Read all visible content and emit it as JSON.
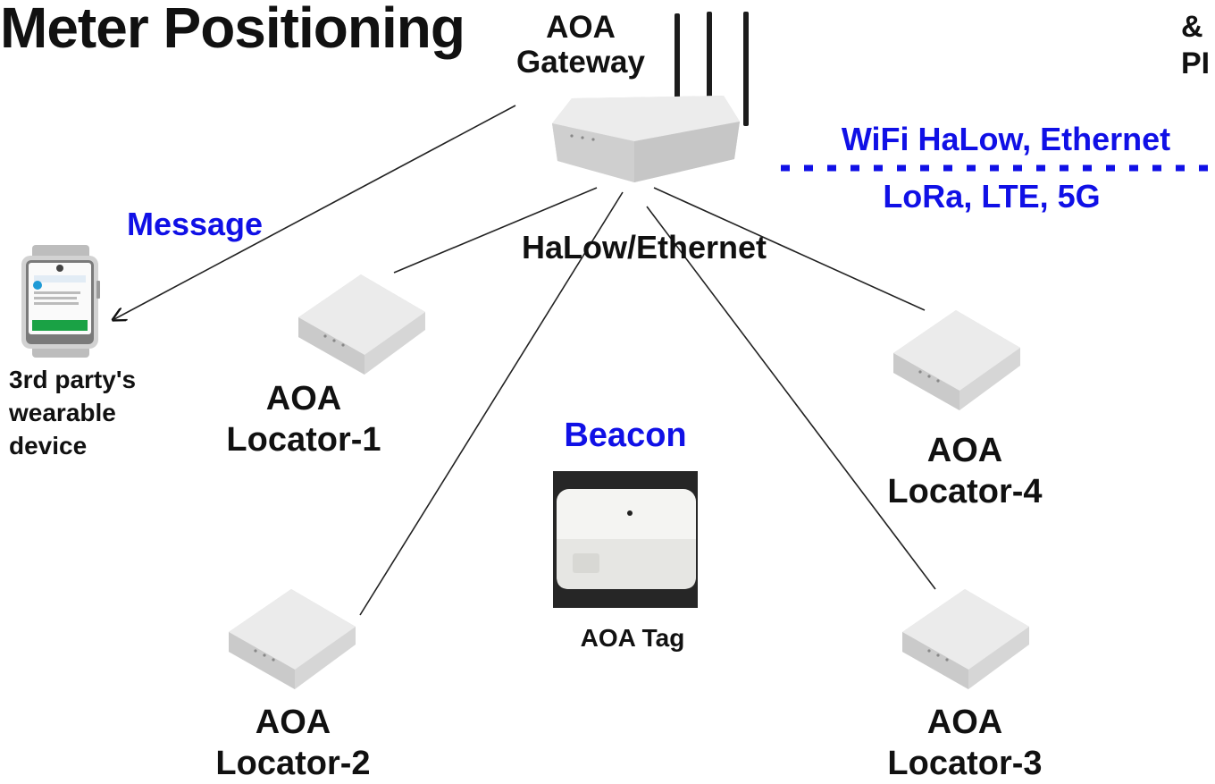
{
  "title": "Meter Positioning",
  "corner": {
    "line1": "&",
    "line2": "PI"
  },
  "gateway": {
    "line1": "AOA",
    "line2": "Gateway"
  },
  "backhaul": {
    "upper": "WiFi HaLow, Ethernet",
    "lower": "LoRa, LTE, 5G"
  },
  "message_label": "Message",
  "link_label": "HaLow/Ethernet",
  "wearable": {
    "line1": "3rd party's",
    "line2": "wearable",
    "line3": "device"
  },
  "locator1": {
    "line1": "AOA",
    "line2": "Locator-1"
  },
  "locator2": {
    "line1": "AOA",
    "line2": "Locator-2"
  },
  "locator3": {
    "line1": "AOA",
    "line2": "Locator-3"
  },
  "locator4": {
    "line1": "AOA",
    "line2": "Locator-4"
  },
  "beacon_label": "Beacon",
  "tag_label": "AOA Tag",
  "colors": {
    "accent_blue": "#1010e6",
    "text": "#111111",
    "device_gray": "#e2e2e2"
  }
}
